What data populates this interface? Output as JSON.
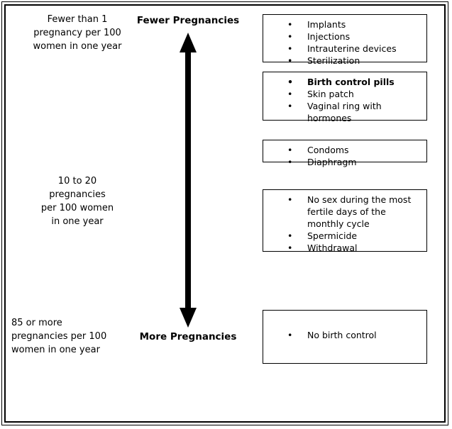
{
  "chart_data": {
    "type": "diagram",
    "title": "Birth control effectiveness scale",
    "axis": {
      "top_caption": "Fewer Pregnancies",
      "bottom_caption": "More Pregnancies",
      "arrow": "double-headed-vertical-arrow"
    },
    "scale_labels": [
      {
        "id": "most-effective",
        "align": "center",
        "lines": [
          "Fewer than 1",
          "pregnancy per 100",
          "women in one year"
        ],
        "value": "<1 pregnancy per 100 women per year"
      },
      {
        "id": "moderately-effective",
        "align": "center",
        "lines": [
          "10 to 20",
          "pregnancies",
          "per 100 women",
          "in one year"
        ],
        "value": "10-20 pregnancies per 100 women per year"
      },
      {
        "id": "least-effective",
        "align": "left",
        "lines": [
          "85 or more",
          "pregnancies per 100",
          "women in one year"
        ],
        "value": "85+ pregnancies per 100 women per year"
      }
    ],
    "groups": [
      {
        "id": "group-most-effective",
        "items": [
          {
            "label": "Implants",
            "bold": false
          },
          {
            "label": "Injections",
            "bold": false
          },
          {
            "label": "Intrauterine devices",
            "bold": false
          },
          {
            "label": "Sterilization",
            "bold": false
          }
        ]
      },
      {
        "id": "group-hormonal",
        "items": [
          {
            "label": "Birth control pills",
            "bold": true
          },
          {
            "label": "Skin patch",
            "bold": false
          },
          {
            "label": "Vaginal ring with hormones",
            "bold": false
          }
        ]
      },
      {
        "id": "group-barrier",
        "items": [
          {
            "label": "Condoms",
            "bold": false
          },
          {
            "label": "Diaphragm",
            "bold": false
          }
        ]
      },
      {
        "id": "group-behavioral",
        "items": [
          {
            "label": "No sex during the most fertile days of the monthly cycle",
            "bold": false
          },
          {
            "label": "Spermicide",
            "bold": false
          },
          {
            "label": "Withdrawal",
            "bold": false
          }
        ]
      },
      {
        "id": "group-none",
        "items": [
          {
            "label": "No birth control",
            "bold": false
          }
        ]
      }
    ],
    "bullet_glyph": "•",
    "colors": {
      "ink": "#000000",
      "background": "#ffffff",
      "border": "#000000"
    }
  }
}
